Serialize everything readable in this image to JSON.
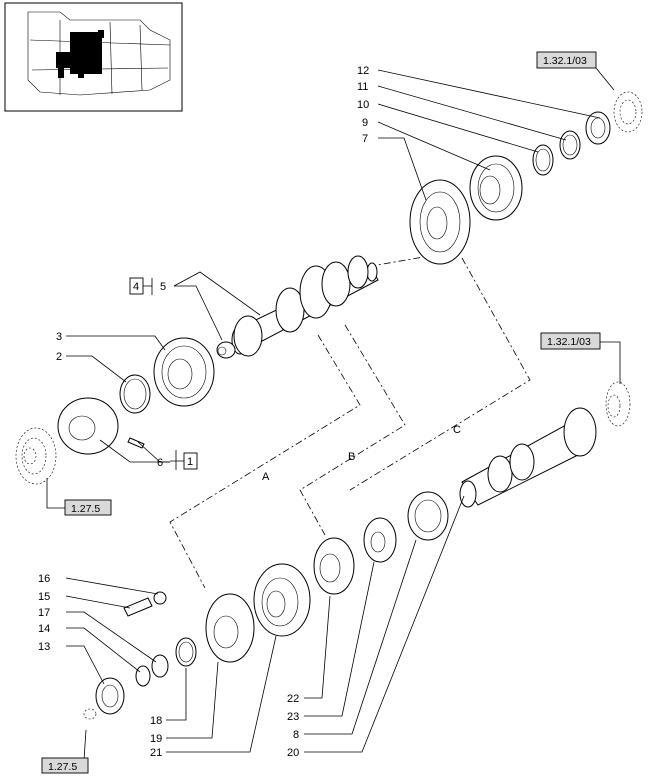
{
  "callouts": {
    "n1": "1",
    "n2": "2",
    "n3": "3",
    "n4": "4",
    "n5": "5",
    "n6": "6",
    "n7": "7",
    "n8": "8",
    "n9": "9",
    "n10": "10",
    "n11": "11",
    "n12": "12",
    "n13": "13",
    "n14": "14",
    "n15": "15",
    "n16": "16",
    "n17": "17",
    "n18": "18",
    "n19": "19",
    "n20": "20",
    "n21": "21",
    "n22": "22",
    "n23": "23"
  },
  "paths": {
    "a": "A",
    "b": "B",
    "c": "C"
  },
  "refs": {
    "top_right": "1.32.1/03",
    "mid_right": "1.32.1/03",
    "left_mid": "1.27.5",
    "bottom_left": "1.27.5"
  },
  "colors": {
    "ref_box_fill": "#d9d9d9",
    "ink": "#000000"
  }
}
